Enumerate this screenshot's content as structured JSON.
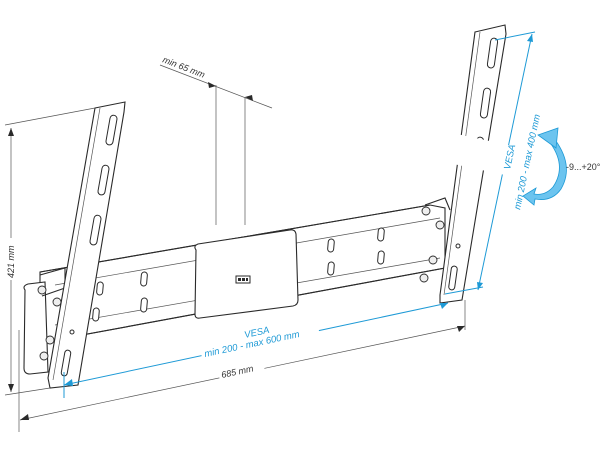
{
  "diagram": {
    "subject": "tilting TV wall mount dimensional drawing",
    "colors": {
      "outline": "#2a2a2a",
      "dimension_line": "#555555",
      "vesa_accent": "#1e9ad6",
      "tilt_arrow": "#6cc4ef",
      "background": "#ffffff"
    },
    "labels": {
      "wall_clearance": "min 65 mm",
      "height": "421 mm",
      "width": "685 mm",
      "vesa_horizontal_title": "VESA",
      "vesa_horizontal_range": "min 200 - max 600 mm",
      "vesa_vertical_title": "VESA",
      "vesa_vertical_range": "min 200 - max 400 mm",
      "tilt_range": "-9...+20°"
    },
    "icons": {
      "tilt": "curved-rotation-arrow",
      "level": "bubble-level"
    }
  }
}
